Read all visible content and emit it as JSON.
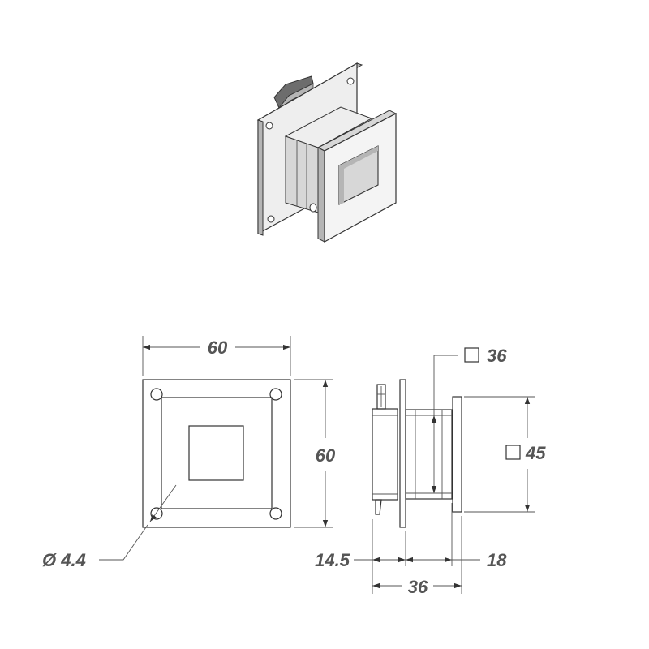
{
  "colors": {
    "line": "#333333",
    "dimension_text": "#555555",
    "iso_light": "#eeeeee",
    "iso_mid": "#d7d7d7",
    "iso_dark": "#b5b5b5",
    "iso_shadow": "#6d6d6d"
  },
  "dimensions": {
    "front_width": "60",
    "front_height": "60",
    "hole_diameter": "Ø 4.4",
    "square_outer": "36",
    "square_side": "45",
    "depth_base": "14.5",
    "depth_flange": "18",
    "depth_total": "36"
  }
}
